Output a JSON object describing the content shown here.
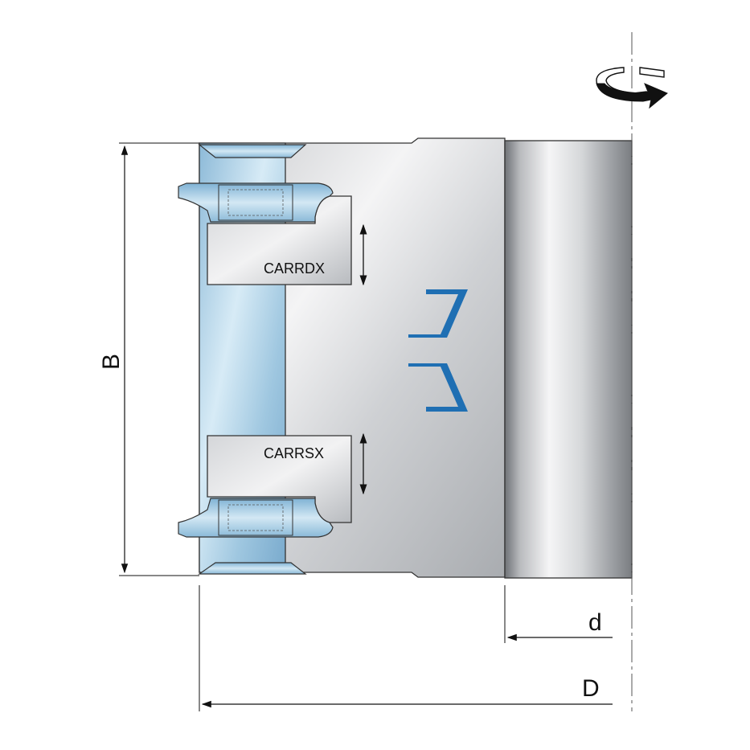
{
  "labels": {
    "carrdx": "CARRDX",
    "carrsx": "CARRSX",
    "dim_b": "B",
    "dim_d_small": "d",
    "dim_d_large": "D"
  },
  "icons": {
    "rotation": "rotation-direction-arrow-icon",
    "logo": "blue-bracket-logo-icon"
  },
  "colors": {
    "blade_blue": "#a9cfe6",
    "accent_blue": "#1f6fb3",
    "steel_light": "#e9eaec",
    "steel_dark": "#8e9196",
    "outline": "#222222"
  }
}
